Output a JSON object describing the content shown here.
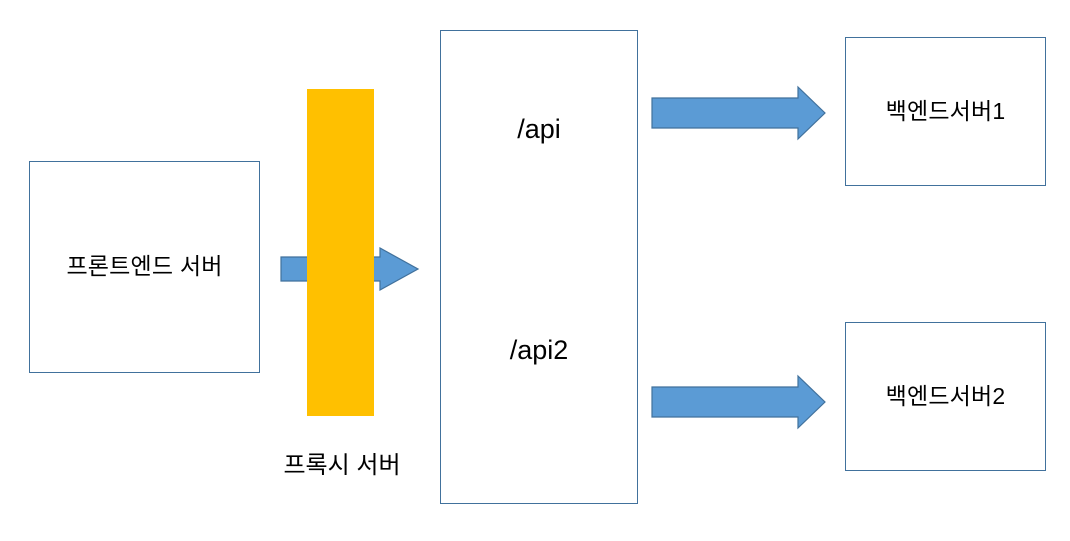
{
  "diagram": {
    "title_present": false,
    "colors": {
      "box_border": "#41719C",
      "box_fill": "#FFFFFF",
      "arrow_fill": "#5B9BD5",
      "arrow_border": "#41719C",
      "proxy_fill": "#FFC000",
      "text": "#000000"
    },
    "nodes": [
      {
        "id": "frontend",
        "label": "프론트엔드 서버",
        "shape": "rectangle"
      },
      {
        "id": "gateway",
        "label": "",
        "shape": "tall-rectangle",
        "routes": [
          {
            "id": "route-api",
            "label": "/api"
          },
          {
            "id": "route-api2",
            "label": "/api2"
          }
        ]
      },
      {
        "id": "backend1",
        "label": "백엔드서버1",
        "shape": "rectangle"
      },
      {
        "id": "backend2",
        "label": "백엔드서버2",
        "shape": "rectangle"
      }
    ],
    "proxy": {
      "label": "프록시 서버",
      "shape": "vertical-bar",
      "fill": "#FFC000"
    },
    "connectors": [
      {
        "id": "frontend-to-gateway",
        "from": "frontend",
        "to": "gateway",
        "style": "block-arrow",
        "direction": "right"
      },
      {
        "id": "gateway-to-backend1",
        "from": "route-api",
        "to": "backend1",
        "style": "block-arrow",
        "direction": "right"
      },
      {
        "id": "gateway-to-backend2",
        "from": "route-api2",
        "to": "backend2",
        "style": "block-arrow",
        "direction": "right"
      }
    ]
  }
}
